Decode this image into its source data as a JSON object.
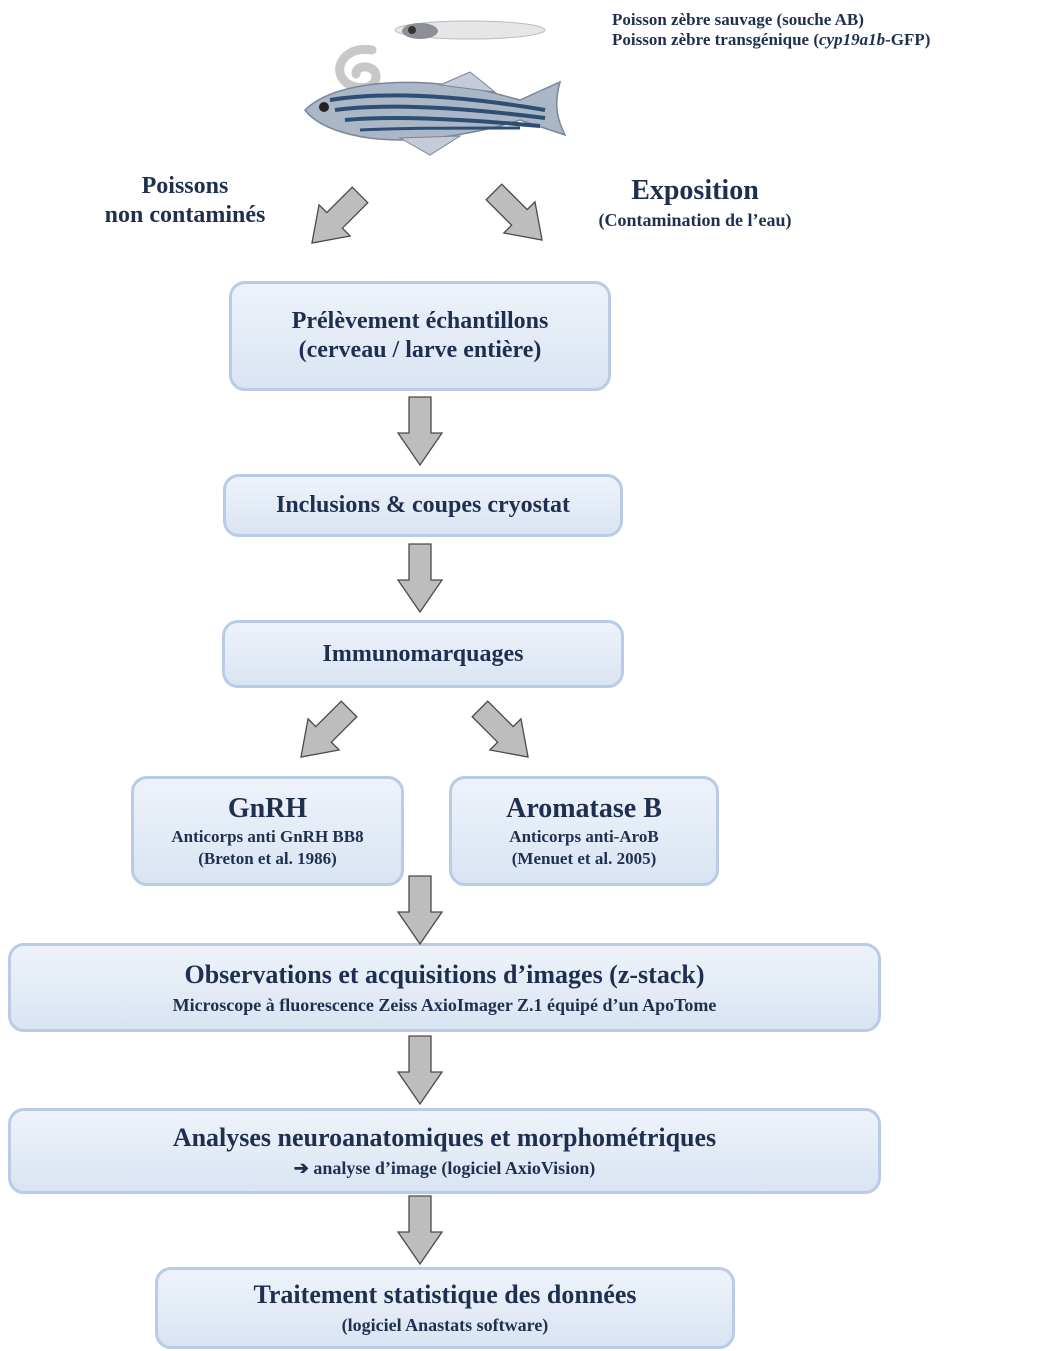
{
  "colors": {
    "text": "#1f2f4f",
    "box_fill": "#dde7f4",
    "box_border": "#b9cbe6",
    "arrow_fill": "#bdbdbd",
    "arrow_stroke": "#4a4a4a"
  },
  "header": {
    "wild_line": "Poisson zèbre sauvage (souche AB)",
    "transgenic_prefix": "Poisson zèbre transgénique (",
    "transgenic_italic": "cyp19a1b",
    "transgenic_suffix": "-GFP)",
    "fish_image": "zebrafish-illustration"
  },
  "branches": {
    "left_line1": "Poissons",
    "left_line2": "non contaminés",
    "right_title": "Exposition",
    "right_sub": "(Contamination de l’eau)"
  },
  "steps": {
    "sampling_line1": "Prélèvement échantillons",
    "sampling_line2": "(cerveau / larve entière)",
    "inclusion": "Inclusions  & coupes cryostat",
    "immuno": "Immunomarquages",
    "gnrh_title": "GnRH",
    "gnrh_line1": "Anticorps anti GnRH BB8",
    "gnrh_line2": "(Breton et al. 1986)",
    "aro_title": "Aromatase B",
    "aro_line1": "Anticorps anti-AroB",
    "aro_line2": "(Menuet et al. 2005)",
    "obs_line1": "Observations et acquisitions d’images (z-stack)",
    "obs_line2": "Microscope à fluorescence Zeiss AxioImager Z.1 équipé d’un ApoTome",
    "analysis_line1": "Analyses neuroanatomiques et morphométriques",
    "analysis_arrow": "➔",
    "analysis_line2": "analyse d’image (logiciel AxioVision)",
    "stats_line1": "Traitement statistique des données",
    "stats_line2": "(logiciel Anastats software)"
  }
}
